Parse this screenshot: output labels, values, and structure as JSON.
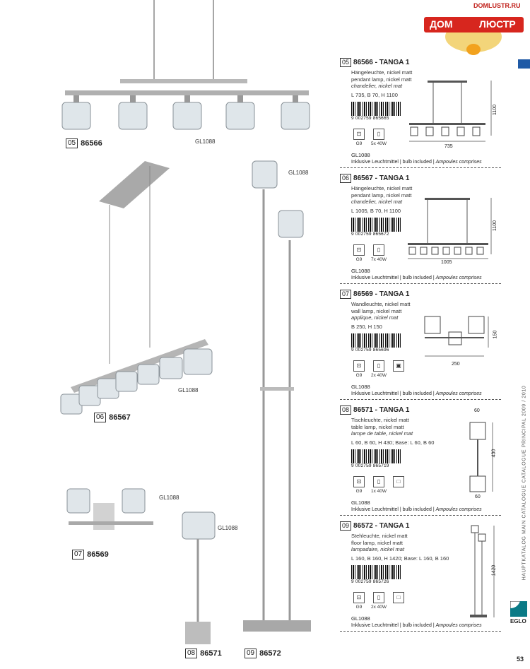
{
  "header": {
    "domain": "DOMLUSTR.RU",
    "logo_left": "ДОМ",
    "logo_right": "ЛЮСТР"
  },
  "figures": [
    {
      "num": "05",
      "code": "86566",
      "gl": "GL1088"
    },
    {
      "num": "06",
      "code": "86567",
      "gl": "GL1088"
    },
    {
      "num": "07",
      "code": "86569",
      "gl": "GL1088"
    },
    {
      "num": "08",
      "code": "86571",
      "gl": "GL1088"
    },
    {
      "num": "09",
      "code": "86572",
      "gl": "GL1088"
    }
  ],
  "gl_floor_top": "GL1088",
  "products": [
    {
      "num": "05",
      "title": "86566 - TANGA 1",
      "d1": "Hängeleuchte, nickel matt",
      "d2": "pendant lamp, nickel matt",
      "d3": "chandelier, nickel mat",
      "dims": "L 735, B 70, H 1100",
      "barcode": "9 002759 865665",
      "icons": [
        {
          "glyph": "⊡",
          "label": "G9"
        },
        {
          "glyph": "▯",
          "label": "5x 40W"
        }
      ],
      "gl": "GL1088",
      "drawing_w": "735",
      "drawing_h": "1100"
    },
    {
      "num": "06",
      "title": "86567 - TANGA 1",
      "d1": "Hängeleuchte, nickel matt",
      "d2": "pendant lamp, nickel matt",
      "d3": "chandelier, nickel mat",
      "dims": "L 1005, B 70, H 1100",
      "barcode": "9 002759 865672",
      "icons": [
        {
          "glyph": "⊡",
          "label": "G9"
        },
        {
          "glyph": "▯",
          "label": "7x 40W"
        }
      ],
      "gl": "GL1088",
      "drawing_w": "1005",
      "drawing_h": "1100"
    },
    {
      "num": "07",
      "title": "86569 - TANGA 1",
      "d1": "Wandleuchte, nickel matt",
      "d2": "wall lamp, nickel matt",
      "d3": "applique, nickel mat",
      "dims": "B 250, H 150",
      "barcode": "9 002759 865696",
      "icons": [
        {
          "glyph": "⊡",
          "label": "G9"
        },
        {
          "glyph": "▯",
          "label": "2x 40W"
        },
        {
          "glyph": "▣",
          "label": ""
        }
      ],
      "gl": "GL1088",
      "drawing_w": "250",
      "drawing_h": "150"
    },
    {
      "num": "08",
      "title": "86571 - TANGA 1",
      "d1": "Tischleuchte, nickel matt",
      "d2": "table lamp, nickel matt",
      "d3": "lampe de table, nickel mat",
      "dims": "L 60, B 60, H 430; Base: L 60, B 60",
      "barcode": "9 002759 865719",
      "icons": [
        {
          "glyph": "⊡",
          "label": "G9"
        },
        {
          "glyph": "▯",
          "label": "1x 40W"
        },
        {
          "glyph": "□",
          "label": ""
        }
      ],
      "gl": "GL1088",
      "drawing_w": "60",
      "drawing_h": "430",
      "drawing_top": "60"
    },
    {
      "num": "09",
      "title": "86572 - TANGA 1",
      "d1": "Stehleuchte, nickel matt",
      "d2": "floor lamp, nickel matt",
      "d3": "lampadaire, nickel mat",
      "dims": "L 160, B 160, H 1420; Base: L 160, B 160",
      "barcode": "9 002759 865726",
      "icons": [
        {
          "glyph": "⊡",
          "label": "G9"
        },
        {
          "glyph": "▯",
          "label": "2x 40W"
        },
        {
          "glyph": "□",
          "label": ""
        }
      ],
      "gl": "GL1088",
      "drawing_h": "1420"
    }
  ],
  "incl_de": "Inklusive Leuchtmittel",
  "incl_en": "bulb included",
  "incl_fr": "Ampoules comprises",
  "sidebar_text": "HAUPTKATALOG  MAIN CATALOGUE  CATALOGUE PRINCIPAL  2009 / 2010",
  "brand": "EGLO",
  "page_number": "53",
  "colors": {
    "accent_blue": "#1f5aa6",
    "logo_red": "#d7261e"
  }
}
